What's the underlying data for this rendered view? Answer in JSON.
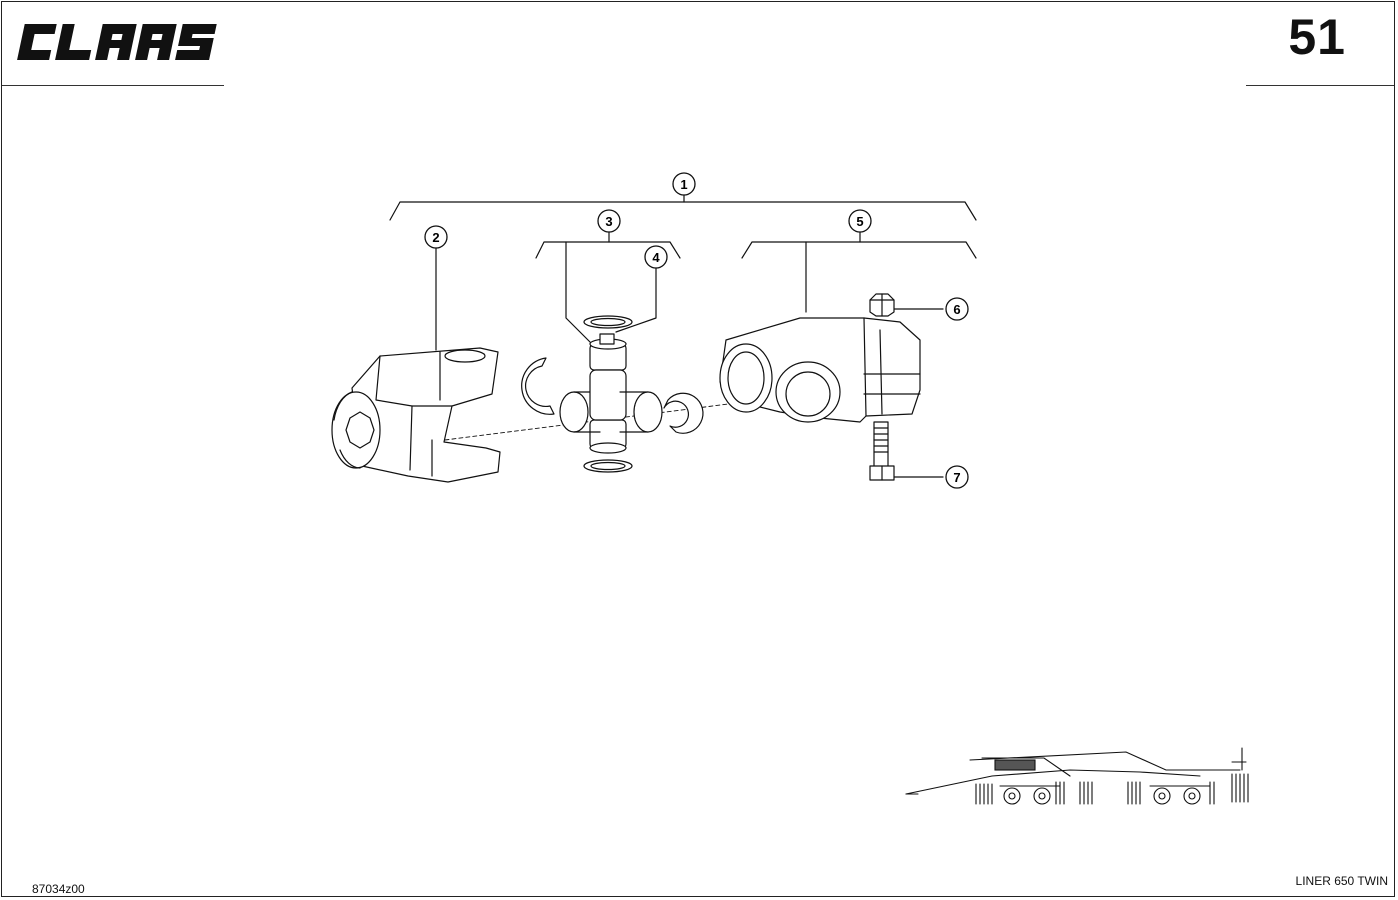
{
  "header": {
    "brand": "CLAAS",
    "page_number": "51"
  },
  "footer": {
    "drawing_code": "87034z00",
    "model": "LINER 650 TWIN"
  },
  "callouts": [
    "1",
    "2",
    "3",
    "4",
    "5",
    "6",
    "7"
  ]
}
